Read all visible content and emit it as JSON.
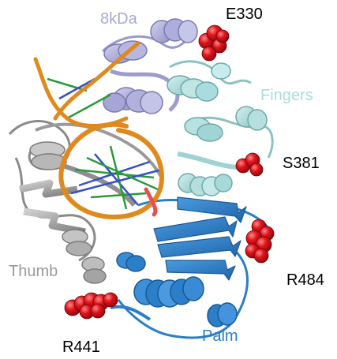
{
  "labels": {
    "domain_8kda": "8kDa",
    "domain_fingers": "Fingers",
    "domain_thumb": "Thumb",
    "domain_palm": "Palm",
    "residue_e330": "E330",
    "residue_s381": "S381",
    "residue_r484": "R484",
    "residue_r441": "R441"
  },
  "colors": {
    "domain_8kda": "#a8a8d6",
    "domain_fingers": "#a9dcdc",
    "domain_thumb": "#9a9a9a",
    "domain_palm": "#2a7fc8",
    "dna_backbone": "#e08a1e",
    "residue_spheres": "#e3131b",
    "residue_text": "#000000"
  }
}
